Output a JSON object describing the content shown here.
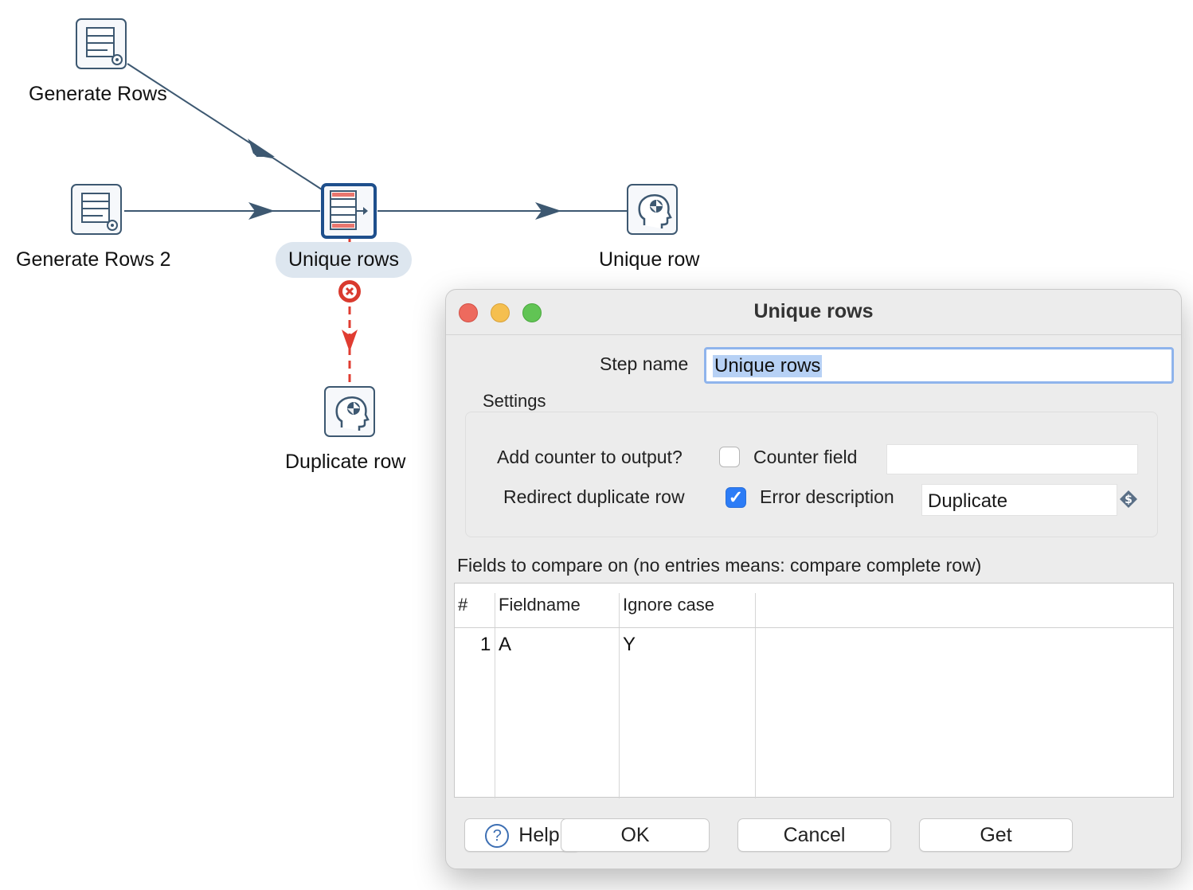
{
  "canvas": {
    "nodes": {
      "generate_rows": "Generate Rows",
      "generate_rows_2": "Generate Rows 2",
      "unique_rows": "Unique rows",
      "unique_row": "Unique row",
      "duplicate_row": "Duplicate row"
    },
    "colors": {
      "hop": "#3d5871",
      "error_hop": "#e03c31",
      "selection": "#1e4f8c"
    }
  },
  "dialog": {
    "title": "Unique rows",
    "step_name_label": "Step name",
    "step_name_value": "Unique rows",
    "settings_label": "Settings",
    "add_counter_label": "Add counter to output?",
    "add_counter_checked": false,
    "counter_field_label": "Counter field",
    "counter_field_value": "",
    "redirect_label": "Redirect duplicate row",
    "redirect_checked": true,
    "checkmark": "✓",
    "error_description_label": "Error description",
    "error_description_value": "Duplicate",
    "fields_label": "Fields to compare on (no entries means: compare complete row)",
    "table": {
      "headers": [
        "#",
        "Fieldname",
        "Ignore case"
      ],
      "rows": [
        [
          "1",
          "A",
          "Y"
        ]
      ]
    },
    "buttons": {
      "help": "Help",
      "help_icon": "?",
      "ok": "OK",
      "cancel": "Cancel",
      "get": "Get"
    }
  }
}
